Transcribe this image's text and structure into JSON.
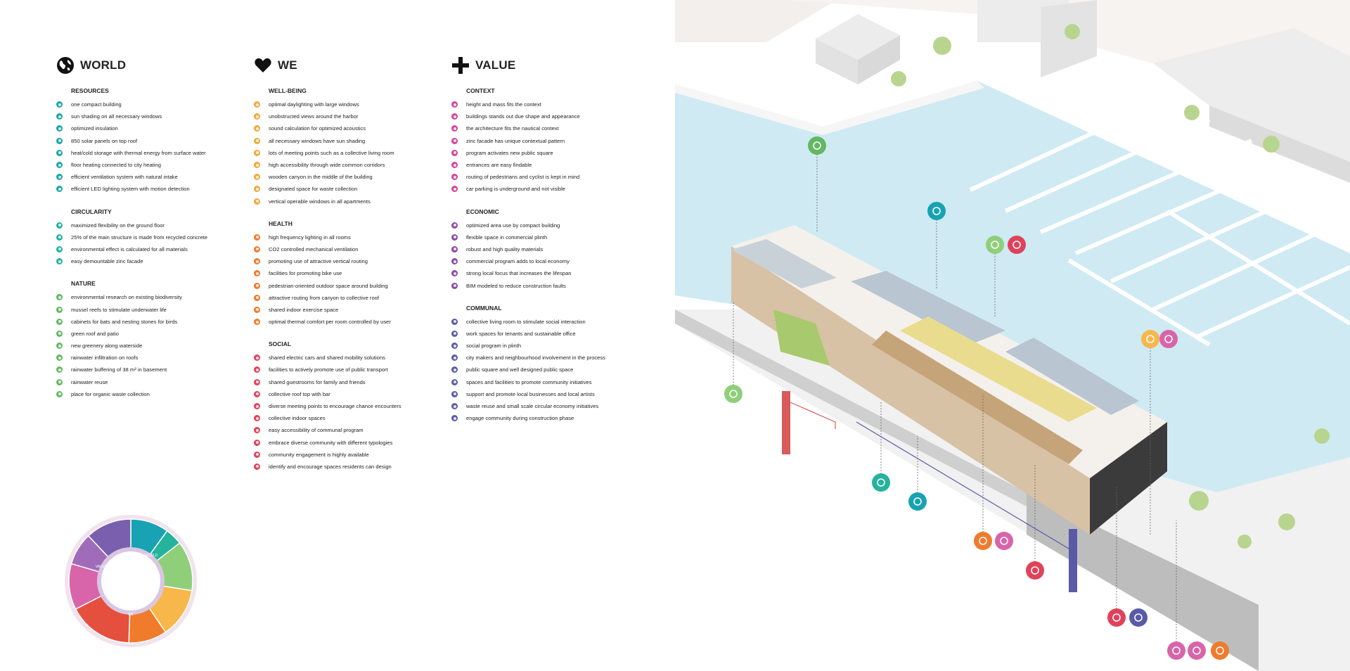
{
  "colors": {
    "world": "#1aa6a6",
    "we_wellbeing": "#f2a93b",
    "we_health": "#ef7b2e",
    "we_social": "#e0425a",
    "value_context": "#d4449a",
    "value_economic": "#8c4aa8",
    "value_communal": "#5a5aa8",
    "nature": "#63b863",
    "water": "#cfeaf3",
    "wood": "#c9a477"
  },
  "columns": [
    {
      "key": "world",
      "icon": "globe-icon",
      "title": "WORLD",
      "sections": [
        {
          "title": "RESOURCES",
          "color": "#1aa6a6",
          "items": [
            "one compact building",
            "sun shading on all necessary windows",
            "optimized insulation",
            "850 solar panels on top roof",
            "heat/cold storage with thermal energy from surface water",
            "floor heating connected to city heating",
            "efficient ventilation system with natural intake",
            "efficient LED lighting system with motion detection"
          ]
        },
        {
          "title": "CIRCULARITY",
          "color": "#21b39c",
          "items": [
            "maximized flexibility on the ground floor",
            "25% of the main structure is made from recycled concrete",
            "environmental effect is calculated for all materials",
            "easy demountable zinc facade"
          ]
        },
        {
          "title": "NATURE",
          "color": "#63b863",
          "items": [
            "environmental research on existing biodiversity",
            "mussel reefs to stimulate underwater life",
            "cabinets for bats and nesting stones for birds",
            "green roof and patio",
            "new greenery along waterside",
            "rainwater infiltration on roofs",
            "rainwater buffering of 38 m³ in basement",
            "rainwater reuse",
            "place for organic waste collection"
          ]
        }
      ]
    },
    {
      "key": "we",
      "icon": "heart-icon",
      "title": "WE",
      "sections": [
        {
          "title": "WELL-BEING",
          "color": "#f2a93b",
          "items": [
            "optimal daylighting with large windows",
            "unobstructed views around the harbor",
            "sound calculation for optimized acoustics",
            "all necessary windows have sun shading",
            "lots of meeting points such as a collective living room",
            "high accessibility through wide common corridors",
            "wooden canyon in the middle of the building",
            "designated space for waste collection",
            "vertical operable windows in all apartments"
          ]
        },
        {
          "title": "HEALTH",
          "color": "#ef7b2e",
          "items": [
            "high frequency lighting in all rooms",
            "CO2 controlled mechanical ventilation",
            "promoting use of attractive vertical routing",
            "facilities for promoting bike use",
            "pedestrian-oriented outdoor space around building",
            "attractive routing from canyon to collective roof",
            "shared indoor exercise space",
            "optimal thermal comfort per room controlled by user"
          ]
        },
        {
          "title": "SOCIAL",
          "color": "#e0425a",
          "items": [
            "shared electric cars and shared mobility solutions",
            "facilities to actively promote use of public transport",
            "shared guestrooms for family and friends",
            "collective roof top with bar",
            "diverse meeting points to encourage chance encounters",
            "collective indoor spaces",
            "easy accessibility of communal program",
            "embrace diverse community with different typologies",
            "community engagement is highly available",
            "identify and encourage spaces residents can design"
          ]
        }
      ]
    },
    {
      "key": "value",
      "icon": "plus-icon",
      "title": "VALUE",
      "sections": [
        {
          "title": "CONTEXT",
          "color": "#d4449a",
          "items": [
            "height and mass fits the context",
            "buildings stands out due shape and appearance",
            "the architecture fits the nautical context",
            "zinc facade has unique contextual pattern",
            "program activates new public square",
            "entrances are easy findable",
            "routing of pedestrians and cyclist is kept in mind",
            "car parking is underground and not visible"
          ]
        },
        {
          "title": "ECONOMIC",
          "color": "#8c4aa8",
          "items": [
            "optimized area use by compact building",
            "flexible space in commercial plinth",
            "robust and high quality materials",
            "commercial program adds to local economy",
            "strong local focus that increases the lifespan",
            "BIM modeled to reduce construction faults"
          ]
        },
        {
          "title": "COMMUNAL",
          "color": "#5a5aa8",
          "items": [
            "collective living room to stimulate social interaction",
            "work spaces for tenants and sustainable office",
            "social program in plinth",
            "city makers and neighbourhood involvement in the process",
            "public square and well designed public space",
            "spaces and facilities to promote community initiatives",
            "support and promote local businesses and local artists",
            "waste reuse and small scale circular economy initiatives",
            "engage community during construction phase"
          ]
        }
      ]
    }
  ],
  "wheel": {
    "inner_labels": [
      "WORLD",
      "WE",
      "VALUE"
    ],
    "segments": [
      {
        "name": "resources",
        "color": "#17a3b4",
        "share": 0.1
      },
      {
        "name": "circularity",
        "color": "#25b39c",
        "share": 0.045
      },
      {
        "name": "nature",
        "color": "#8fcf7a",
        "share": 0.13
      },
      {
        "name": "well-being",
        "color": "#f7b74a",
        "share": 0.13
      },
      {
        "name": "health",
        "color": "#f07b2b",
        "share": 0.1
      },
      {
        "name": "social",
        "color": "#e5503e",
        "share": 0.17
      },
      {
        "name": "context",
        "color": "#d865a9",
        "share": 0.12
      },
      {
        "name": "economic",
        "color": "#a06cba",
        "share": 0.085
      },
      {
        "name": "communal",
        "color": "#7a5fae",
        "share": 0.12
      }
    ]
  },
  "pins": [
    {
      "icon": "bird-icon",
      "color": "#63b863"
    },
    {
      "icon": "solar-panel-icon",
      "color": "#17a3b4"
    },
    {
      "icon": "green-roof-icon",
      "color": "#8fcf7a"
    },
    {
      "icon": "umbrella-icon",
      "color": "#e0425a"
    },
    {
      "icon": "rain-cloud-icon",
      "color": "#8fcf7a"
    },
    {
      "icon": "circular-icon",
      "color": "#25b39c"
    },
    {
      "icon": "mussel-reef-icon",
      "color": "#17a3b4"
    },
    {
      "icon": "star-icon",
      "color": "#ef7b2e"
    },
    {
      "icon": "route-icon",
      "color": "#d865a9"
    },
    {
      "icon": "car-icon",
      "color": "#e0425a"
    },
    {
      "icon": "shop-icon",
      "color": "#f7b74a"
    },
    {
      "icon": "community-grid-icon",
      "color": "#d865a9"
    },
    {
      "icon": "heart-hands-icon",
      "color": "#e0425a"
    },
    {
      "icon": "group-icon",
      "color": "#5a5aa8"
    },
    {
      "icon": "location-pin-icon",
      "color": "#d865a9"
    },
    {
      "icon": "entrance-icon",
      "color": "#d865a9"
    },
    {
      "icon": "pedestrian-icon",
      "color": "#ef7b2e"
    }
  ]
}
